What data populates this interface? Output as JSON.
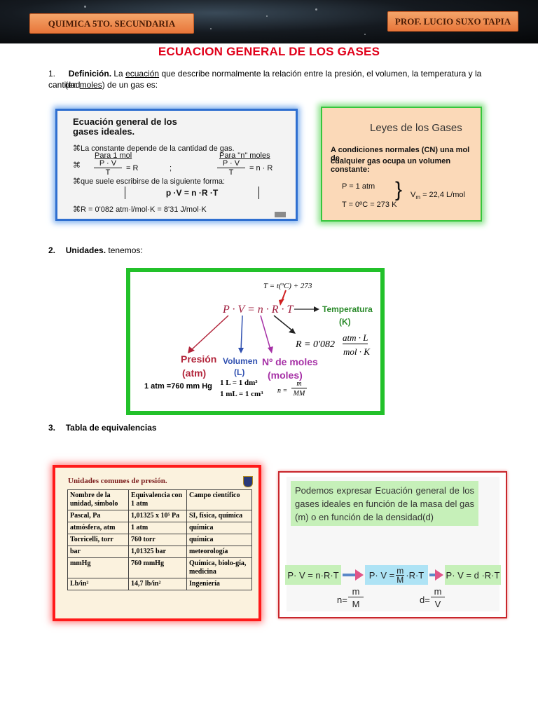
{
  "header": {
    "subject": "QUIMICA 5TO. SECUNDARIA",
    "teacher": "PROF. LUCIO SUXO TAPIA"
  },
  "title": "ECUACION GENERAL DE LOS GASES",
  "section1": {
    "number": "1.",
    "heading": "Definición.",
    "text_a": " La ",
    "link1": "ecuación",
    "text_b": " que describe normalmente la relación entre la presión, el volumen, la temperatura y la cantidad",
    "text_c": "(en ",
    "link2": "moles",
    "text_d": ") de un gas es:"
  },
  "card1": {
    "title1": "Ecuación general de los",
    "title2": "gases ideales.",
    "line1": "La constante depende de la cantidad de gas.",
    "para1mol": "Para 1 mol",
    "paranmoles": "Para \"n\" moles",
    "eq1_num": "P · V",
    "eq1_den": "T",
    "eq1_rhs": "= R",
    "sep": ";",
    "eq2_num": "P · V",
    "eq2_den": "T",
    "eq2_rhs": "= n · R",
    "line3": "que suele escribirse de la siguiente forma:",
    "boxed": "p ·V = n ·R ·T",
    "constant": "R = 0'082 atm·l/mol·K = 8'31 J/mol·K"
  },
  "card2": {
    "title": "Leyes de los Gases",
    "line1": "A condiciones normales (CN) una mol de",
    "line2": "cualquier gas ocupa un volumen constante:",
    "p": "P = 1 atm",
    "t": "T = 0ºC = 273 K",
    "vm": "V",
    "vm_sub": "m",
    "vm_rest": " = 22,4 L/mol"
  },
  "section2": {
    "number": "2.",
    "heading": "Unidades.",
    "text": " tenemos:"
  },
  "card3": {
    "t_formula": "T = t(ºC) + 273",
    "main": "P · V = n · R · T",
    "temperatura": "Temperatura",
    "k": "(K)",
    "r_value": "R = 0'082",
    "r_num": "atm · L",
    "r_den": "mol · K",
    "presion": "Presión",
    "atm": "(atm)",
    "volumen": "Volumen",
    "l": "(L)",
    "moles": "Nº de moles",
    "moles_unit": "(moles)",
    "atm_eq": "1 atm =760 mm Hg",
    "l_eq1": "1 L = 1 dm³",
    "l_eq2": "1 mL = 1 cm³",
    "n_eq": "n =",
    "n_num": "m",
    "n_den": "MM"
  },
  "section3": {
    "number": "3.",
    "heading": "Tabla de equivalencias"
  },
  "card4": {
    "title": "Unidades comunes de presión.",
    "headers": [
      "Nombre de la unidad, símbolo",
      "Equivalencia con 1 atm",
      "Campo científico"
    ],
    "rows": [
      [
        "Pascal, Pa",
        "1,01325 x 10⁵ Pa",
        "SI, física, química"
      ],
      [
        "atmósfera, atm",
        "1 atm",
        "química"
      ],
      [
        "Torricelli, torr",
        "760 torr",
        "química"
      ],
      [
        "bar",
        "1,01325 bar",
        "meteorología"
      ],
      [
        "mmHg",
        "760 mmHg",
        "Química, biolo-gía, medicina"
      ],
      [
        "Lb/in²",
        "14,7 lb/in²",
        "Ingeniería"
      ]
    ]
  },
  "card5": {
    "intro": "Podemos expresar Ecuación general de los gases ideales en función de la masa del gas (m) o en función de la densidad(d)",
    "eq1": "P· V = n·R·T",
    "eq2_a": "P· V =",
    "eq2_num": "m",
    "eq2_den": "M",
    "eq2_b": "·R·T",
    "eq3": "P· V =  d ·R·T",
    "n_label": "n=",
    "n_num": "m",
    "n_den": "M",
    "d_label": "d=",
    "d_num": "m",
    "d_den": "V"
  }
}
